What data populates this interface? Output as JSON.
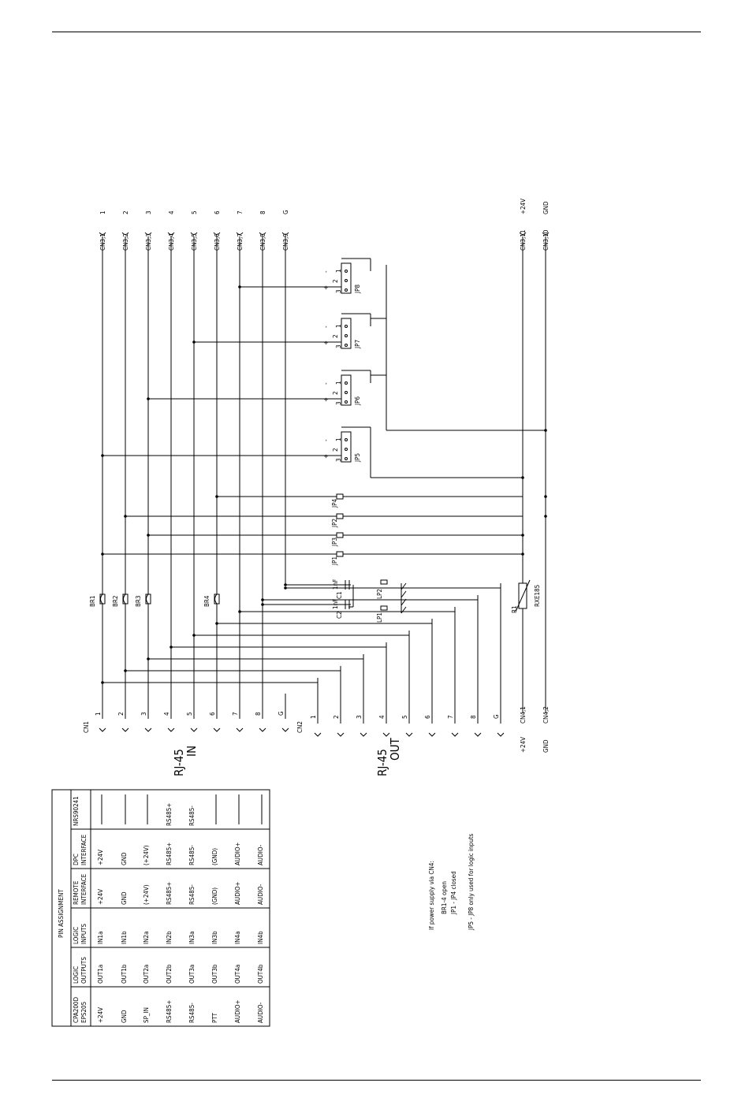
{
  "top_rule": "",
  "pin_assignment": {
    "title": "PIN ASSIGNMENT",
    "columns": [
      "CPA200D EPS205",
      "LOGIC OUTPUTS",
      "LOGIC INPUTS",
      "REMOTE INTERFACE",
      "DPC INTERFACE",
      "NRS90241"
    ],
    "rows": [
      [
        "+24V",
        "OUT1a",
        "IN1a",
        "+24V",
        "+24V",
        ""
      ],
      [
        "GND",
        "OUT1b",
        "IN1b",
        "GND",
        "GND",
        ""
      ],
      [
        "SP_IN",
        "OUT2a",
        "IN2a",
        "(+24V)",
        "(+24V)",
        ""
      ],
      [
        "RS485+",
        "OUT2b",
        "IN2b",
        "RS485+",
        "RS485+",
        "RS485+"
      ],
      [
        "RS485-",
        "OUT3a",
        "IN3a",
        "RS485-",
        "RS485-",
        "RS485-"
      ],
      [
        "PTT",
        "OUT3b",
        "IN3b",
        "(GND)",
        "(GND)",
        ""
      ],
      [
        "AUDIO+",
        "OUT4a",
        "IN4a",
        "AUDIO+",
        "AUDIO+",
        ""
      ],
      [
        "AUDIO-",
        "OUT4b",
        "IN4b",
        "AUDIO-",
        "AUDIO-",
        ""
      ]
    ]
  },
  "notes": {
    "line1": "If power supply via CN4:",
    "line2": "BR1-4 open",
    "line3": "JP1 - JP4 closed",
    "line4": "JP5 - JP8 only used for logic inputs"
  },
  "connectors": {
    "rj45_in": {
      "line1": "RJ-45",
      "line2": "IN",
      "ref": "CN1"
    },
    "rj45_out": {
      "line1": "RJ-45",
      "line2": "OUT",
      "ref": "CN2"
    },
    "pins": [
      "1",
      "2",
      "3",
      "4",
      "5",
      "6",
      "7",
      "8",
      "G"
    ],
    "cn3_refs": [
      "CN3,1",
      "CN3,2",
      "CN3,3",
      "CN3,4",
      "CN3,5",
      "CN3,6",
      "CN3,7",
      "CN3,8",
      "CN3,9"
    ],
    "cn3_pins": [
      "1",
      "2",
      "3",
      "4",
      "5",
      "6",
      "7",
      "8",
      "G"
    ],
    "cn3_power": [
      {
        "ref": "CN3,11",
        "label": "+24V"
      },
      {
        "ref": "CN3,10",
        "label": "GND"
      }
    ],
    "cn4": [
      {
        "ref": "CN4,1",
        "label": "+24V"
      },
      {
        "ref": "CN4,2",
        "label": "GND"
      }
    ]
  },
  "bridges": [
    "BR1",
    "BR2",
    "BR3",
    "BR4"
  ],
  "jumpers_power": [
    "JP1",
    "JP3",
    "JP2",
    "JP4"
  ],
  "jumpers_logic": [
    "JP5",
    "JP6",
    "JP7",
    "JP8"
  ],
  "jumper_pins": {
    "p1": "1",
    "p2": "2",
    "p3": "3",
    "plus": "+",
    "minus": "-"
  },
  "capacitors": {
    "c1": "C1",
    "c2": "C2",
    "value": "1nF",
    "lp1": "LP1",
    "lp2": "LP2"
  },
  "resistor": {
    "ref": "R1",
    "type": "RXE185"
  }
}
